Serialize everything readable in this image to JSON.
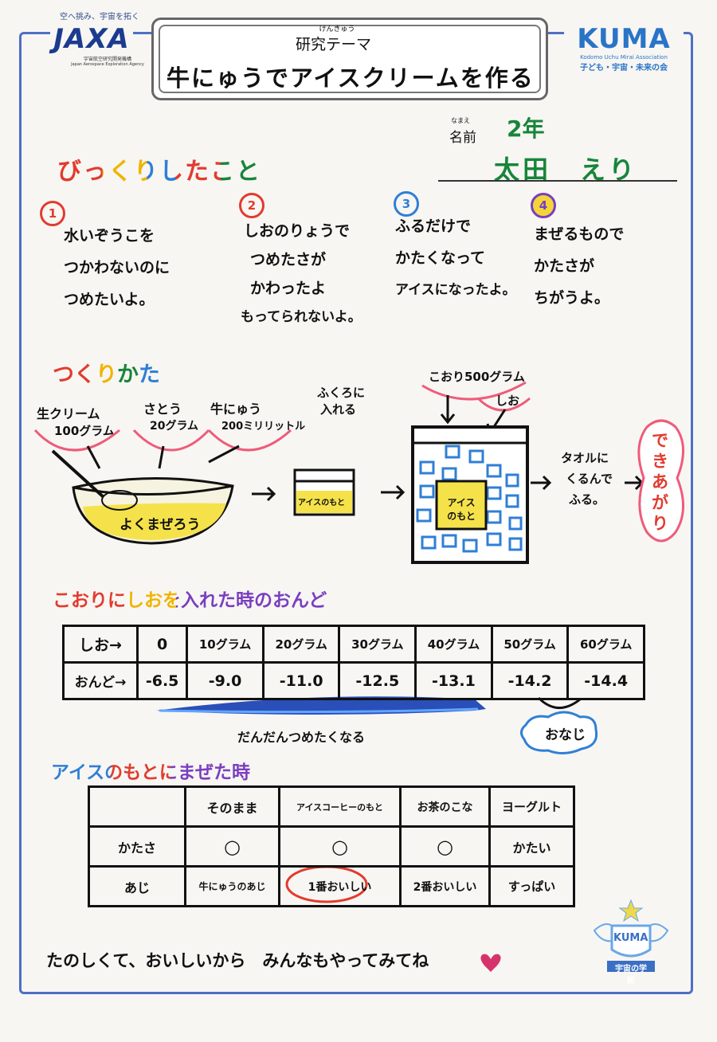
{
  "header": {
    "jaxa_tagline": "空へ挑み、宇宙を拓く",
    "jaxa_logo": "JAXA",
    "jaxa_sub1": "宇宙航空研究開発機構",
    "jaxa_sub2": "Japan Aerospace Exploration Agency",
    "theme_ruby": "けんきゅう",
    "theme_label": "研究テーマ",
    "theme_title": "牛にゅうでアイスクリームを作る",
    "kuma_logo": "KUMA",
    "kuma_en": "Kodomo Uchu Mirai Association",
    "kuma_jp": "子ども・宇宙・未来の会"
  },
  "name": {
    "ruby": "なまえ",
    "label": "名前",
    "grade": "2年",
    "value": "太田　えり"
  },
  "surprise": {
    "title": "びっくりしたこと",
    "items": [
      {
        "num": "1",
        "color": "#e23b2e",
        "lines": [
          "水いぞうこを",
          "つかわないのに",
          "つめたいよ。"
        ]
      },
      {
        "num": "2",
        "color": "#e23b2e",
        "lines": [
          "しおのりょうで",
          "つめたさが",
          "かわったよ",
          "もってられないよ。"
        ]
      },
      {
        "num": "3",
        "color": "#2f7fd6",
        "lines": [
          "ふるだけで",
          "かたくなって",
          "アイスになったよ。"
        ]
      },
      {
        "num": "4",
        "color": "#7a3ec0",
        "lines": [
          "まぜるもので",
          "かたさが",
          "ちがうよ。"
        ]
      }
    ]
  },
  "howto": {
    "title": "つくりかた",
    "cream": "生クリーム",
    "cream_amt": "100グラム",
    "sugar": "さとう",
    "sugar_amt": "20グラム",
    "milk": "牛にゅう",
    "milk_amt": "200ミリリットル",
    "mix": "よくまぜろう",
    "bag_label1": "ふくろに",
    "bag_label2": "入れる",
    "bag_text": "アイスのもと",
    "ice": "こおり500グラム",
    "salt": "しお",
    "bucket_text": "アイスのもと",
    "towel1": "タオルに",
    "towel2": "くるんで",
    "towel3": "ふる。",
    "done": "できあがり"
  },
  "salt_table": {
    "title": "こおりにしおを入れた時のおんど",
    "row1_head": "しお→",
    "row2_head": "おんど→",
    "salt": [
      "0",
      "10グラム",
      "20グラム",
      "30グラム",
      "40グラム",
      "50グラム",
      "60グラム"
    ],
    "temp": [
      "-6.5",
      "-9.0",
      "-11.0",
      "-12.5",
      "-13.1",
      "-14.2",
      "-14.4"
    ],
    "arrow_note": "だんだんつめたくなる",
    "same_note": "おなじ"
  },
  "mix_table": {
    "title": "アイスのもとにまぜた時",
    "cols": [
      "そのまま",
      "アイスコーヒーのもと",
      "お茶のこな",
      "ヨーグルト"
    ],
    "rows": [
      {
        "head": "かたさ",
        "cells": [
          "○",
          "○",
          "○",
          "かたい"
        ]
      },
      {
        "head": "あじ",
        "cells": [
          "牛にゅうのあじ",
          "1番おいしい",
          "2番おいしい",
          "すっぱい"
        ]
      }
    ]
  },
  "footer": {
    "message": "たのしくて、おいしいから　みんなもやってみてね",
    "school_logo": "KUMA",
    "school_name": "宇宙の学校"
  }
}
